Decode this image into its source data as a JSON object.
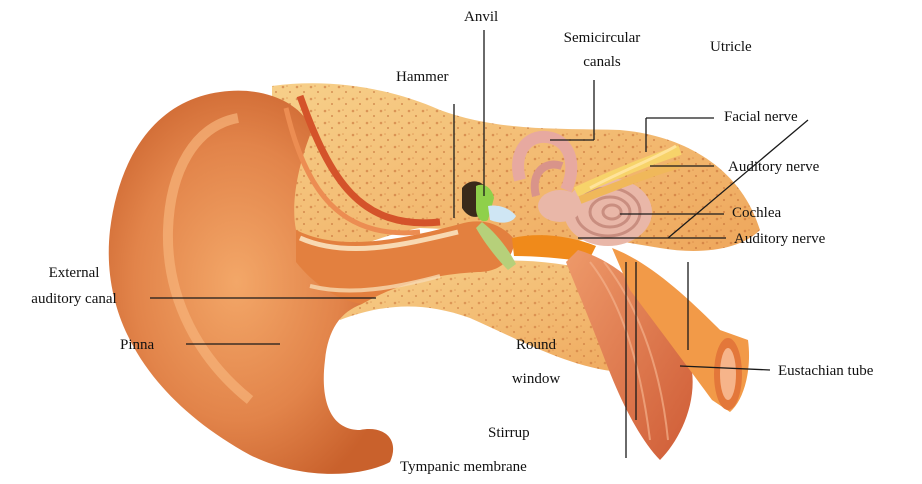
{
  "labels": {
    "anvil": "Anvil",
    "semicircular_canals": "Semicircular\ncanals",
    "utricle": "Utricle",
    "hammer": "Hammer",
    "facial_nerve": "Facial nerve",
    "auditory_nerve_upper": "Auditory nerve",
    "cochlea": "Cochlea",
    "auditory_nerve_lower": "Auditory nerve",
    "external_auditory_canal": "External\nauditory canal",
    "pinna": "Pinna",
    "round_window": "Round\nwindow",
    "eustachian_tube": "Eustachian tube",
    "stirrup": "Stirrup",
    "tympanic_membrane": "Tympanic membrane"
  },
  "colors": {
    "pinna_skin": "#e8894a",
    "skin_light": "#f6c27a",
    "bone": "#f2b25c",
    "bone_spots": "#c7703a",
    "canal_wall": "#d96a2e",
    "cochlea": "#e9b7a8",
    "anvil_green": "#8fd04a",
    "muscle": "#e07a4e",
    "tube": "#f0a050"
  }
}
